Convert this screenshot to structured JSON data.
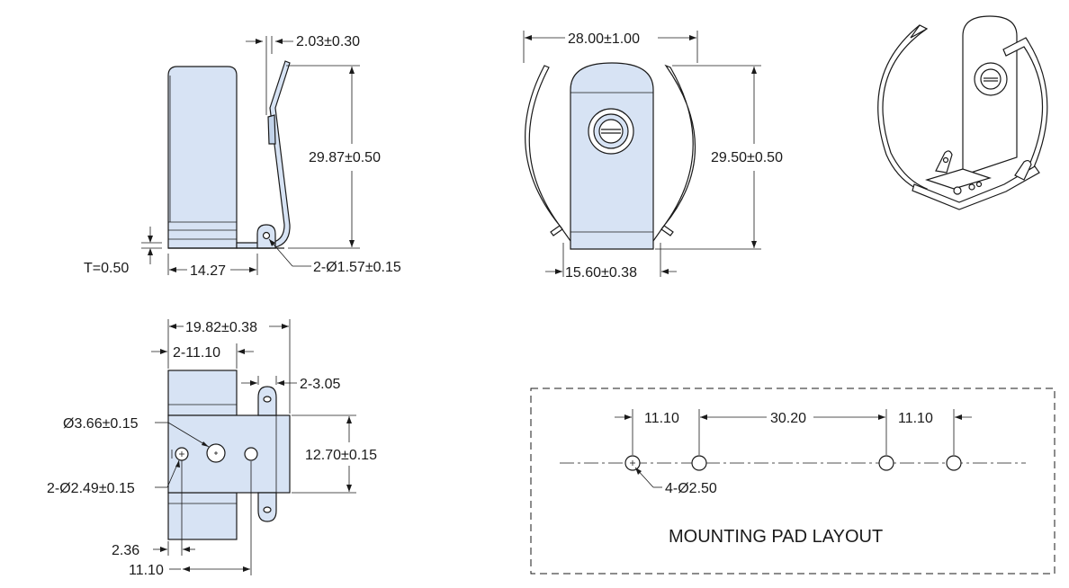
{
  "dimensions": {
    "side_tilt": "2.03±0.30",
    "side_height": "29.87±0.50",
    "thickness": "T=0.50",
    "side_base": "14.27",
    "side_holes": "2-Ø1.57±0.15",
    "front_width": "28.00±1.00",
    "front_height": "29.50±0.50",
    "front_base": "15.60±0.38",
    "bottom_length": "19.82±0.38",
    "bottom_step": "2-11.10",
    "bottom_tab": "2-3.05",
    "bottom_width": "12.70±0.15",
    "center_hole": "Ø3.66±0.15",
    "small_holes": "2-Ø2.49±0.15",
    "offset_small": "2.36",
    "offset_large": "11.10"
  },
  "mounting": {
    "title": "MOUNTING PAD LAYOUT",
    "dim_left": "11.10",
    "dim_center": "30.20",
    "dim_right": "11.10",
    "hole_callout": "4-Ø2.50"
  },
  "colors": {
    "part_fill": "#d7e3f4",
    "line": "#1a1a1a"
  }
}
